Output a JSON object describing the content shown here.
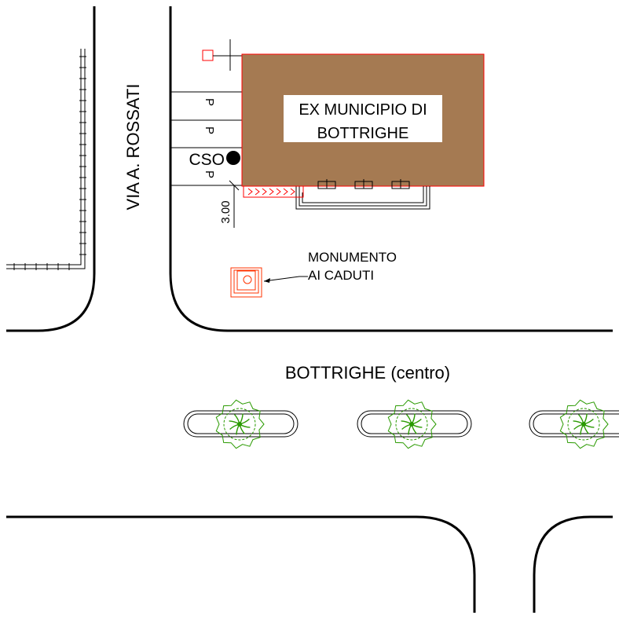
{
  "labels": {
    "street": "VIA A. ROSSATI",
    "building_line1": "EX MUNICIPIO DI",
    "building_line2": "BOTTRIGHE",
    "cso": "CSO",
    "parking_mark": "P",
    "dimension": "3.00",
    "monument_line1": "MONUMENTO",
    "monument_line2": "AI CADUTI",
    "square": "BOTTRIGHE (centro)"
  },
  "colors": {
    "building_fill": "#a57a52",
    "building_outline": "#ff0000",
    "roads": "#000000",
    "trees": "#2a9a00",
    "monument": "#ff3300"
  },
  "parking_spaces": 3,
  "tree_planters": 3
}
